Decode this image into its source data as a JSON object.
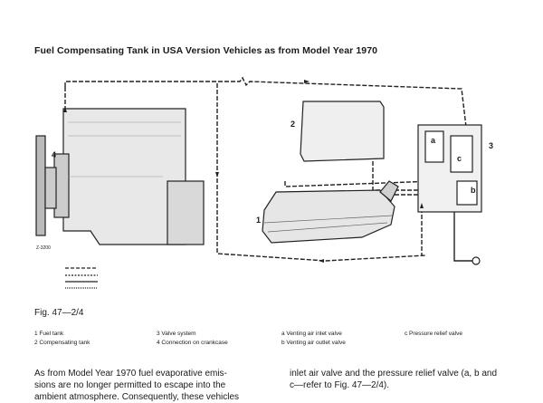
{
  "title": "Fuel Compensating Tank in USA Version Vehicles as from Model Year 1970",
  "figure": {
    "caption": "Fig. 47—2/4",
    "code": "Z-3200",
    "callouts": [
      "1",
      "2",
      "3",
      "4",
      "a",
      "b",
      "c"
    ]
  },
  "legend": {
    "col1": [
      "1 Fuel tank",
      "2 Compensating tank"
    ],
    "col2": [
      "3 Valve system",
      "4 Connection on crankcase"
    ],
    "col3": [
      "a Venting air inlet valve",
      "b Venting air outlet valve"
    ],
    "col4": [
      "c Pressure relief valve"
    ]
  },
  "body_text": {
    "left": [
      "As from Model Year 1970 fuel evaporative emis-",
      "sions are no longer permitted to escape into the",
      "ambient atmosphere. Consequently, these vehicles"
    ],
    "right": [
      "inlet air valve and the pressure relief valve (a, b and",
      "c—refer to Fig. 47—2/4)."
    ]
  }
}
